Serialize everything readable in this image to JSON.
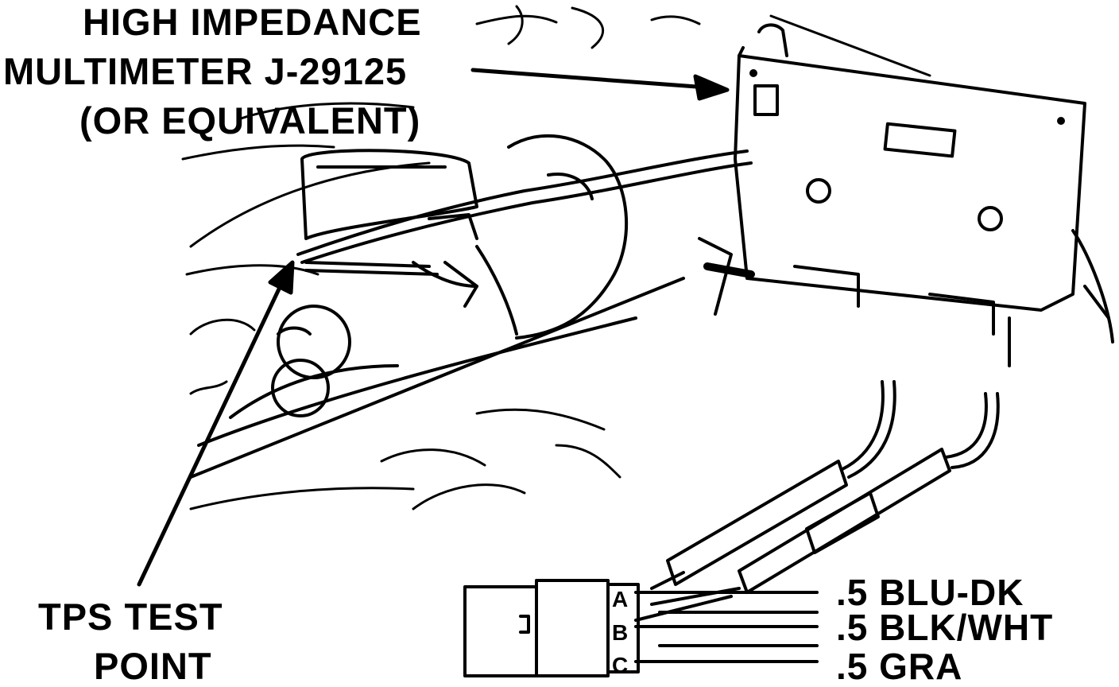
{
  "callouts": {
    "multimeter": {
      "line1": "HIGH IMPEDANCE",
      "line2": "MULTIMETER J-29125",
      "line3": "(OR EQUIVALENT)"
    },
    "test_point": {
      "line1": "TPS TEST",
      "line2": "POINT"
    }
  },
  "connector": {
    "pins": [
      "A",
      "B",
      "C"
    ],
    "wires": [
      ".5 BLU-DK",
      ".5 BLK/WHT",
      ".5 GRA"
    ]
  }
}
